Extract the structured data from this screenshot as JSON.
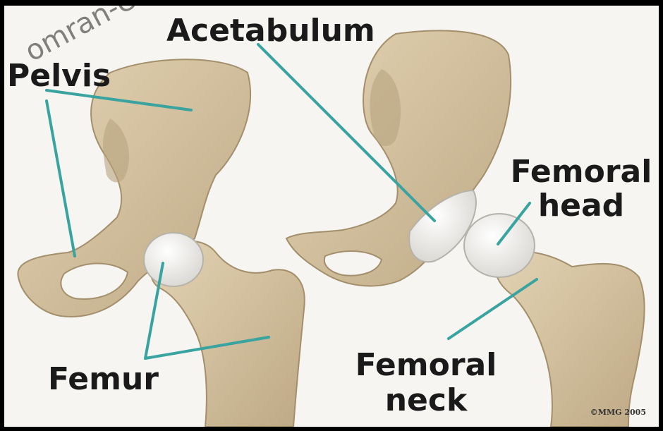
{
  "labels": {
    "pelvis": "Pelvis",
    "acetabulum": "Acetabulum",
    "femoral_head_line1": "Femoral",
    "femoral_head_line2": "head",
    "femur": "Femur",
    "femoral_neck_line1": "Femoral",
    "femoral_neck_line2": "neck"
  },
  "watermark": "omran-educa",
  "copyright": "©MMG 2005",
  "colors": {
    "bone": "#d7c5a2",
    "bone_shadow": "#b39f7b",
    "cartilage": "#f2f1ee",
    "leader_line": "#39a3a0",
    "background": "#f6f5f2",
    "label_text": "#1a1a1a"
  }
}
